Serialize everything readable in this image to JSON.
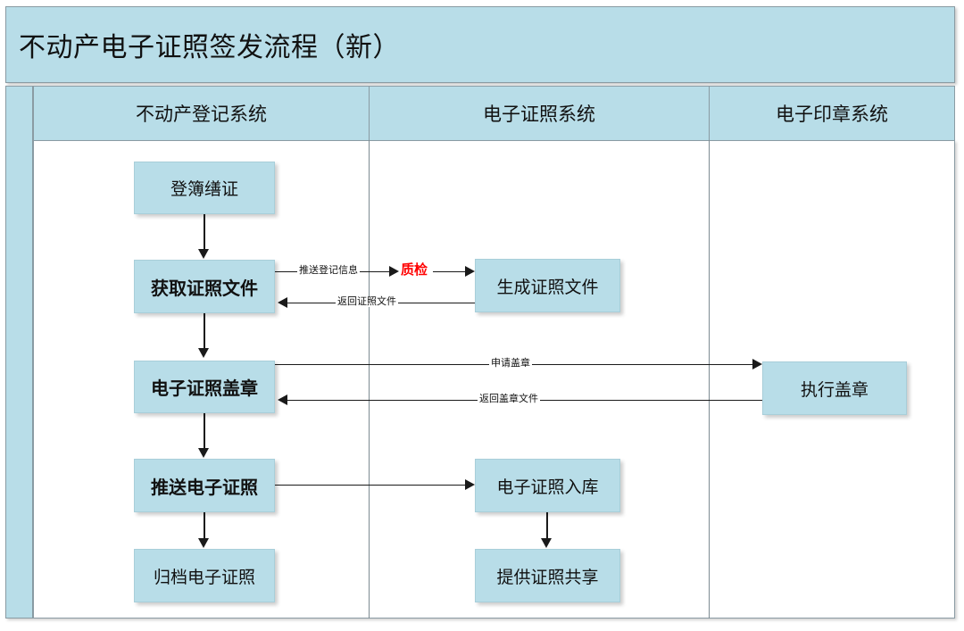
{
  "diagram": {
    "title": "不动产电子证照签发流程（新）",
    "accent_color": "#b8dde8",
    "border_color": "#8a9ba3",
    "highlight_color": "#ff0000",
    "lanes": [
      {
        "id": "lane-registration",
        "label": "不动产登记系统"
      },
      {
        "id": "lane-ecert",
        "label": "电子证照系统"
      },
      {
        "id": "lane-eseal",
        "label": "电子印章系统"
      }
    ],
    "nodes": [
      {
        "id": "node-denglu",
        "label": "登簿缮证",
        "lane": "lane-registration",
        "bold": false
      },
      {
        "id": "node-huoqu",
        "label": "获取证照文件",
        "lane": "lane-registration",
        "bold": true
      },
      {
        "id": "node-gaizhang",
        "label": "电子证照盖章",
        "lane": "lane-registration",
        "bold": true
      },
      {
        "id": "node-tuisong",
        "label": "推送电子证照",
        "lane": "lane-registration",
        "bold": true
      },
      {
        "id": "node-guidang",
        "label": "归档电子证照",
        "lane": "lane-registration",
        "bold": false
      },
      {
        "id": "node-shengcheng",
        "label": "生成证照文件",
        "lane": "lane-ecert",
        "bold": false
      },
      {
        "id": "node-ruku",
        "label": "电子证照入库",
        "lane": "lane-ecert",
        "bold": false
      },
      {
        "id": "node-gongxiang",
        "label": "提供证照共享",
        "lane": "lane-ecert",
        "bold": false
      },
      {
        "id": "node-zhixing",
        "label": "执行盖章",
        "lane": "lane-eseal",
        "bold": false
      }
    ],
    "edge_labels": {
      "push_registration_info": "推送登记信息",
      "quality_check": "质检",
      "return_cert_file": "返回证照文件",
      "apply_seal": "申请盖章",
      "return_sealed_file": "返回盖章文件"
    }
  }
}
